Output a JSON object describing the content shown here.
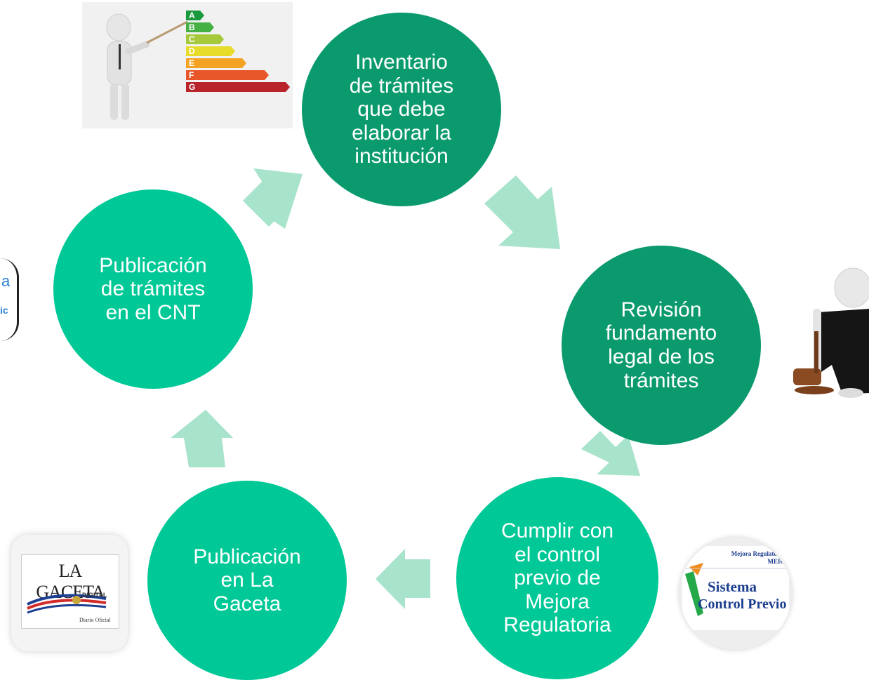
{
  "cycle": {
    "nodes": [
      {
        "id": "inventario",
        "label": "Inventario\nde trámites\nque debe\nelaborar la\ninstitución"
      },
      {
        "id": "revision",
        "label": "Revisión\nfundamento\nlegal de los\ntrámites"
      },
      {
        "id": "control",
        "label": "Cumplir con\nel control\nprevio de\nMejora\nRegulatoria"
      },
      {
        "id": "gaceta",
        "label": "Publicación\nen La\nGaceta"
      },
      {
        "id": "cnt",
        "label": "Publicación\nde trámites\nen el CNT"
      }
    ],
    "arrow_color": "#a8e3cb",
    "dark_node_color": "#0b9a6e",
    "light_node_color": "#00c896"
  },
  "images": {
    "rating": {
      "icon": "energy-rating-icon",
      "letters": [
        "A",
        "B",
        "C",
        "D",
        "E",
        "F",
        "G"
      ]
    },
    "judge": {
      "icon": "judge-figure-icon"
    },
    "gaceta_logo": {
      "title": "LA GACETA",
      "subtitle": "DIGITAL",
      "caption": "Diario Oficial"
    },
    "control_logo": {
      "header_1": "Mejora Regulatoria",
      "header_2": "MEIC",
      "line_1": "Sistema",
      "line_2": "Control Previo"
    },
    "cnt_logo": {
      "text_1": "a",
      "text_2": "ic"
    }
  }
}
